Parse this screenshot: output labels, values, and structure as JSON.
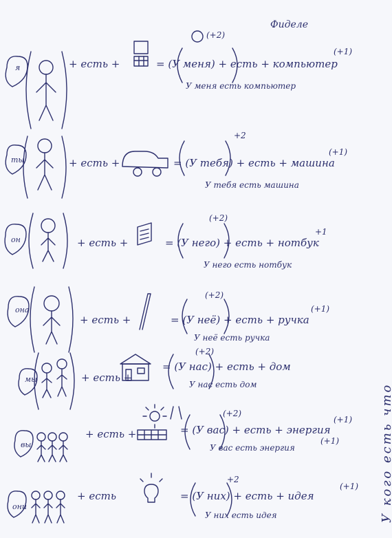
{
  "author": "Фиделе",
  "side_note": "У кого есть что",
  "rows": [
    {
      "pronoun": "я",
      "formula_left": "+ есть +",
      "formula_right": "= (У меня) + есть + компьютер",
      "sup_left": "(+2)",
      "sup_right": "(+1)",
      "sentence": "У меня есть компьютер"
    },
    {
      "pronoun": "ты",
      "formula_left": "+ есть +",
      "formula_right": "= (У тебя) + есть + машина",
      "sup_left": "+2",
      "sup_right": "(+1)",
      "sentence": "У тебя есть машина"
    },
    {
      "pronoun": "он",
      "formula_left": "+ есть +",
      "formula_right": "= (У него) + есть + нотбук",
      "sup_left": "(+2)",
      "sup_right": "+1",
      "sentence": "У него есть нотбук"
    },
    {
      "pronoun": "она",
      "formula_left": "+ есть +",
      "formula_right": "= (У неё) + есть + ручка",
      "sup_left": "(+2)",
      "sup_right": "(+1)",
      "sentence": "У неё есть ручка"
    },
    {
      "pronoun": "мы",
      "formula_left": "+ есть +",
      "formula_right": "= (У нас) + есть + дом",
      "sup_left": "(+2)",
      "sup_right": "",
      "sentence": "У нас есть дом"
    },
    {
      "pronoun": "вы",
      "formula_left": "+ есть +",
      "formula_right": "= (У вас) + есть + энергия",
      "sup_left": "(+2)",
      "sup_right": "(+1)",
      "sentence": "У вас есть энергия",
      "sentence_sup": "(+1)"
    },
    {
      "pronoun": "они",
      "formula_left": "+ есть",
      "formula_right": "= (У них) + есть + идея",
      "sup_left": "+2",
      "sup_right": "(+1)",
      "sentence": "У них есть идея"
    }
  ]
}
